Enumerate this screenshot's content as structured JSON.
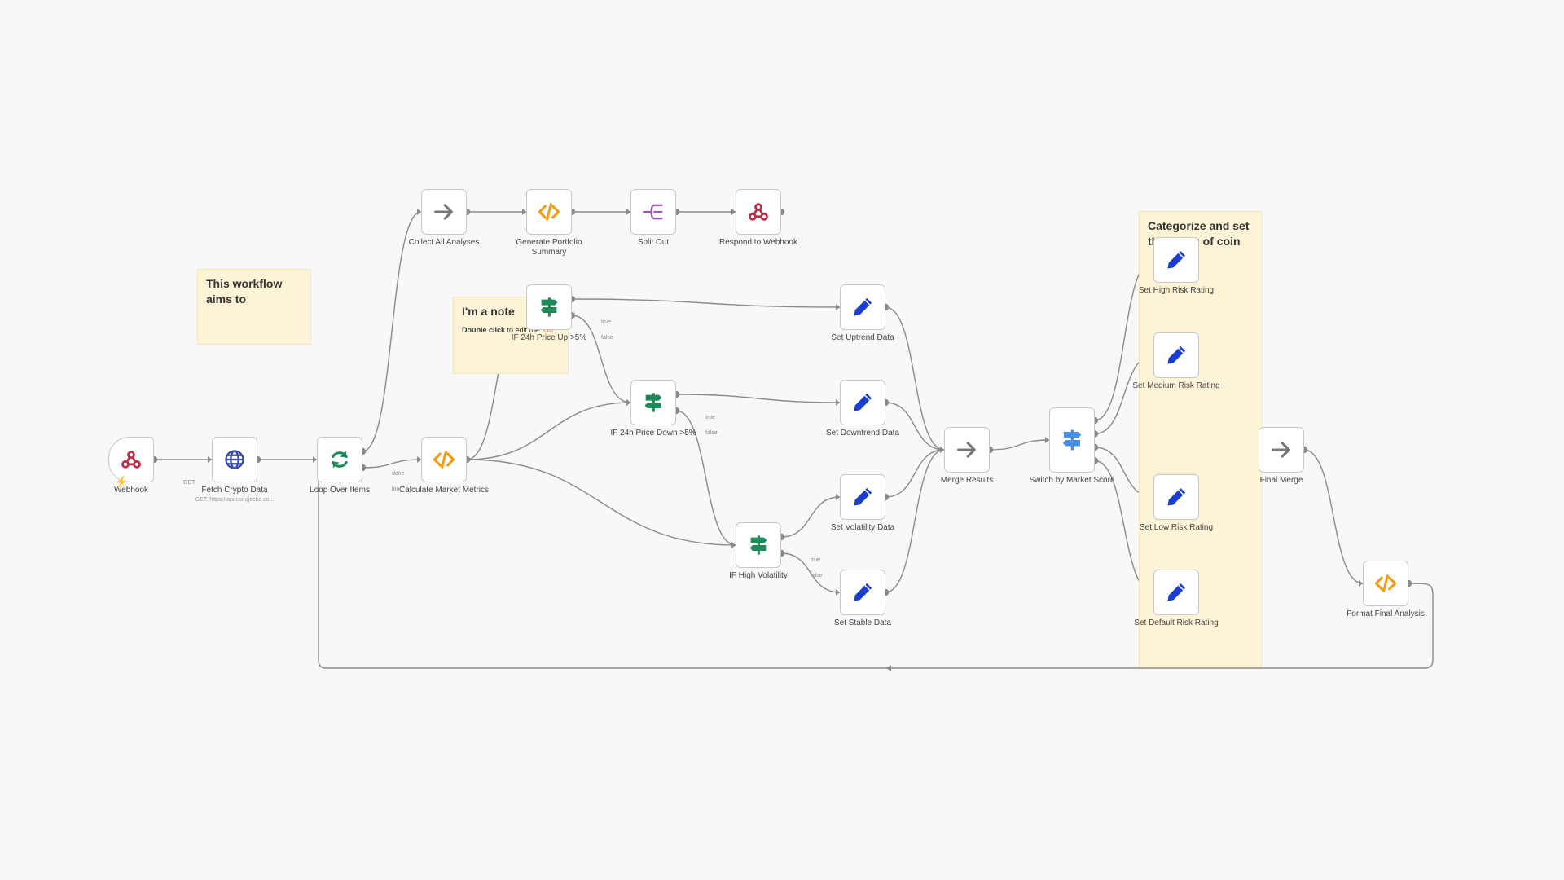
{
  "notes": [
    {
      "id": "note-intro",
      "title": "This workflow aims to",
      "body": "",
      "body_bold": "",
      "body_orange": ""
    },
    {
      "id": "note-default",
      "title": "I'm a note",
      "body": " to edit me. ",
      "body_bold": "Double click",
      "body_orange": "Gu"
    },
    {
      "id": "note-group",
      "title": "Categorize and set the rating of coin",
      "body": "",
      "body_bold": "",
      "body_orange": ""
    }
  ],
  "nodes": [
    {
      "id": "webhook",
      "label": "Webhook",
      "icon": "webhook-icon",
      "color": "#b8304a"
    },
    {
      "id": "fetch",
      "label": "Fetch Crypto Data",
      "sub": "GET: https://api.coingecko.co...",
      "icon": "globe-icon",
      "color": "#3b4bb0"
    },
    {
      "id": "loop",
      "label": "Loop Over Items",
      "icon": "loop-icon",
      "color": "#1e8a5a"
    },
    {
      "id": "calc",
      "label": "Calculate Market Metrics",
      "icon": "code-icon",
      "color": "#f39c12"
    },
    {
      "id": "collect",
      "label": "Collect All Analyses",
      "icon": "arrow-right-icon",
      "color": "#777777"
    },
    {
      "id": "genportfolio",
      "label": "Generate Portfolio Summary",
      "icon": "code-icon",
      "color": "#f39c12"
    },
    {
      "id": "splitout",
      "label": "Split Out",
      "icon": "split-icon",
      "color": "#9b59b6"
    },
    {
      "id": "respond",
      "label": "Respond to Webhook",
      "icon": "webhook-icon",
      "color": "#b8304a"
    },
    {
      "id": "ifup",
      "label": "IF 24h Price Up >5%",
      "icon": "signpost-icon",
      "color": "#1e8a5a"
    },
    {
      "id": "ifdown",
      "label": "IF 24h Price Down >5%",
      "icon": "signpost-icon",
      "color": "#1e8a5a"
    },
    {
      "id": "ifvol",
      "label": "IF High Volatility",
      "icon": "signpost-icon",
      "color": "#1e8a5a"
    },
    {
      "id": "setup",
      "label": "Set Uptrend Data",
      "icon": "pen-icon",
      "color": "#1a3fd0"
    },
    {
      "id": "setdown",
      "label": "Set Downtrend Data",
      "icon": "pen-icon",
      "color": "#1a3fd0"
    },
    {
      "id": "setvol",
      "label": "Set Volatility Data",
      "icon": "pen-icon",
      "color": "#1a3fd0"
    },
    {
      "id": "setstable",
      "label": "Set Stable Data",
      "icon": "pen-icon",
      "color": "#1a3fd0"
    },
    {
      "id": "merge",
      "label": "Merge Results",
      "icon": "arrow-right-icon",
      "color": "#777777"
    },
    {
      "id": "switch",
      "label": "Switch by Market Score",
      "icon": "signpost-icon",
      "color": "#4a90e2"
    },
    {
      "id": "sethigh",
      "label": "Set High Risk Rating",
      "icon": "pen-icon",
      "color": "#1a3fd0"
    },
    {
      "id": "setmedium",
      "label": "Set Medium Risk Rating",
      "icon": "pen-icon",
      "color": "#1a3fd0"
    },
    {
      "id": "setlow",
      "label": "Set Low Risk Rating",
      "icon": "pen-icon",
      "color": "#1a3fd0"
    },
    {
      "id": "setdefault",
      "label": "Set Default Risk Rating",
      "icon": "pen-icon",
      "color": "#1a3fd0"
    },
    {
      "id": "finalmerge",
      "label": "Final Merge",
      "icon": "arrow-right-icon",
      "color": "#777777"
    },
    {
      "id": "format",
      "label": "Format Final Analysis",
      "icon": "code-icon",
      "color": "#f39c12"
    }
  ],
  "port_labels": {
    "get": "GET",
    "done": "done",
    "loop": "loop",
    "true": "true",
    "false": "false"
  },
  "colors": {
    "connection": "#8a8a8a",
    "sticky": "#fdf3d6",
    "accent": "#ff6d5a"
  }
}
